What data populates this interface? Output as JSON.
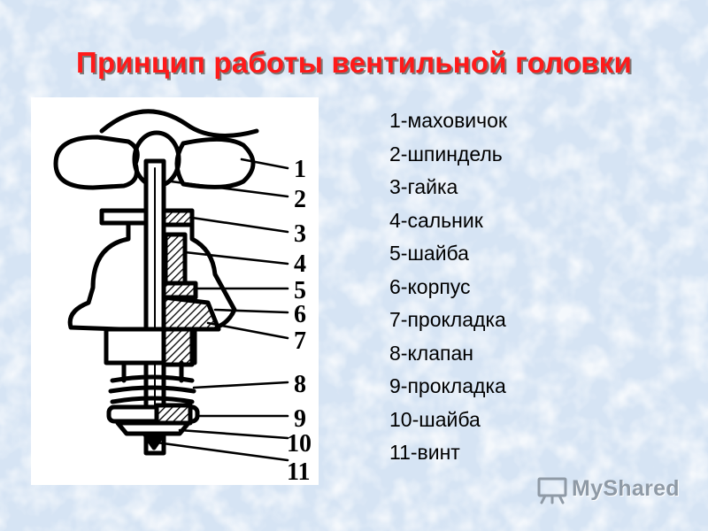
{
  "slide": {
    "title": "Принцип работы вентильной головки",
    "title_color": "#ff1a1a",
    "background_color": "#d9e6f5"
  },
  "diagram": {
    "callouts": [
      "1",
      "2",
      "3",
      "4",
      "5",
      "6",
      "7",
      "8",
      "9",
      "10",
      "11"
    ]
  },
  "legend": {
    "items": [
      "1-маховичок",
      "2-шпиндель",
      "3-гайка",
      "4-сальник",
      "5-шайба",
      "6-корпус",
      "7-прокладка",
      "8-клапан",
      "9-прокладка",
      "10-шайба",
      "11-винт"
    ]
  },
  "watermark": {
    "text": "MyShared",
    "icon": "presentation-board-icon"
  }
}
